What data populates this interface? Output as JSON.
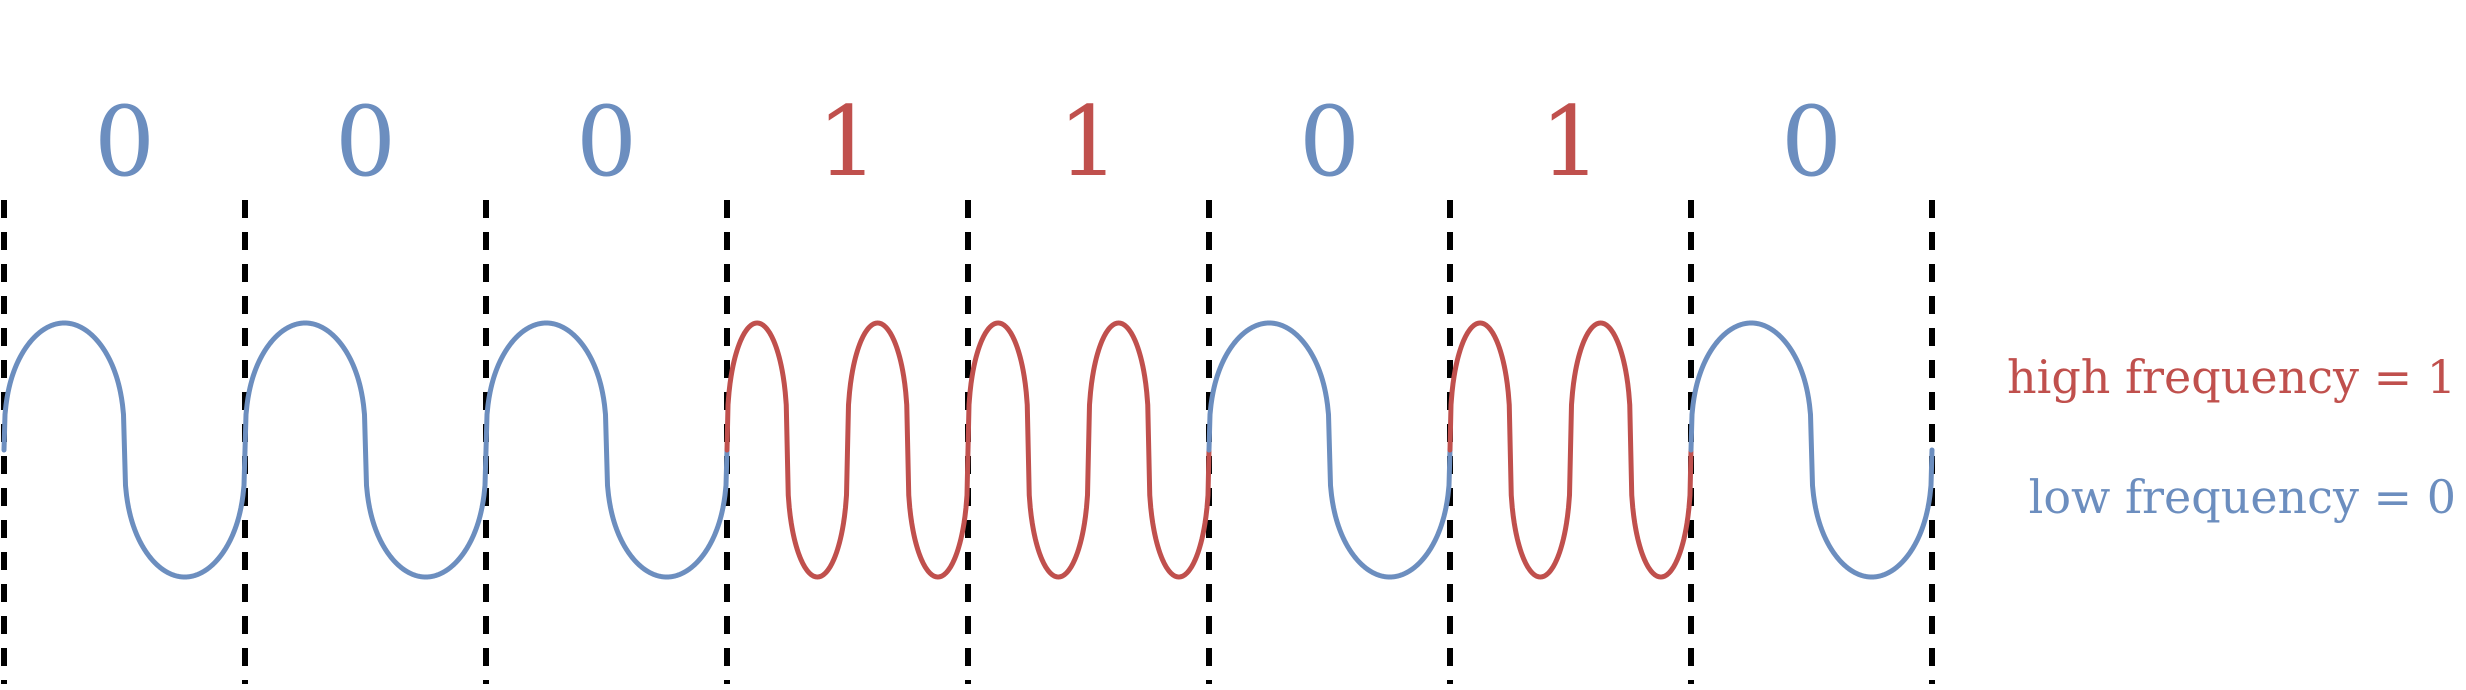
{
  "bits": [
    "0",
    "0",
    "0",
    "1",
    "1",
    "0",
    "1",
    "0"
  ],
  "legend": {
    "high": "high frequency = 1",
    "low": "low frequency = 0"
  },
  "colors": {
    "one": "#c0504d",
    "zero": "#6c8ebf",
    "divider": "#000000"
  },
  "waveform": {
    "cycles_per_bit_zero": 1,
    "cycles_per_bit_one": 2
  }
}
